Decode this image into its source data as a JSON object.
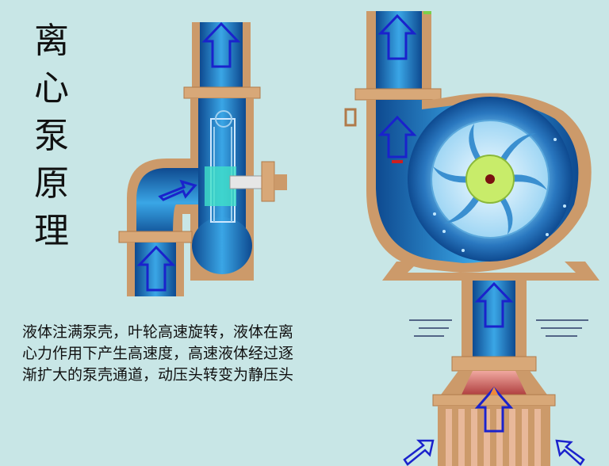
{
  "title_chars": [
    "离",
    "心",
    "泵",
    "原",
    "理"
  ],
  "description": "液体注满泵壳，叶轮高速旋转，液体在离\n心力作用下产生高速度，高速液体经过逐\n渐扩大的泵壳通道，动压头转变为静压头",
  "colors": {
    "background": "#c8e6e6",
    "pipe_wall": "#cc9a6a",
    "pipe_flange": "#d8a878",
    "water_dark": "#10529a",
    "water_light": "#3aa0e0",
    "arrow_outline": "#1a22cc",
    "impeller_hub": "#c8ec6a",
    "strainer_fill": "#c05858"
  },
  "icons": [
    "flow-arrow-icon",
    "impeller-icon",
    "shaft-icon",
    "strainer-icon",
    "water-surface-icon"
  ]
}
